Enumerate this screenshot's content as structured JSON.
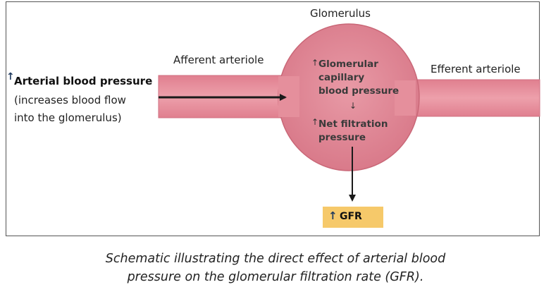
{
  "diagram": {
    "glomerulus_label": "Glomerulus",
    "afferent_label": "Afferent arteriole",
    "efferent_label": "Efferent arteriole",
    "arterial_pressure": {
      "arrow": "↑",
      "title": "Arterial blood pressure",
      "line1": "(increases blood flow",
      "line2": "into the glomerulus)"
    },
    "glomerular_pressure": {
      "arrow": "↑",
      "line1": "Glomerular",
      "line2": "capillary",
      "line3": "blood pressure"
    },
    "small_down_arrow": "↓",
    "net_filtration": {
      "arrow": "↑",
      "line1": "Net filtration",
      "line2": "pressure"
    },
    "gfr": {
      "arrow": "↑",
      "label": "GFR"
    },
    "colors": {
      "vessel": "#e6919c",
      "vessel_edge": "#cf6f80",
      "glomerulus": "#dc8290",
      "gfr_box": "#f6c96a",
      "arrow_blue": "#1f3a5f"
    }
  },
  "caption": {
    "line1": "Schematic illustrating the direct effect of arterial blood",
    "line2": "pressure on the glomerular filtration rate (GFR)."
  }
}
